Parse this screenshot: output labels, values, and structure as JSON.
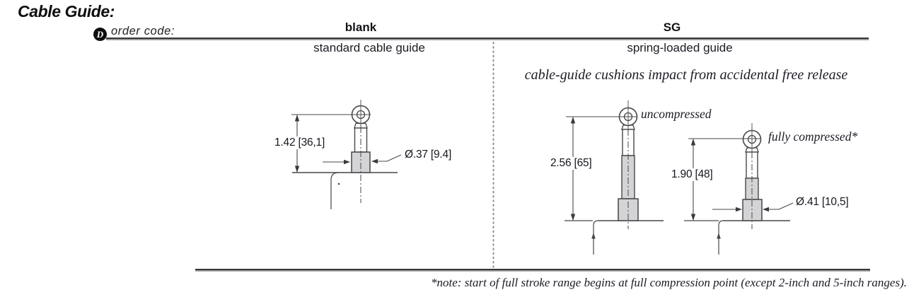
{
  "title": "Cable Guide:",
  "order_code": {
    "badge_letter": "D",
    "label": "order code:"
  },
  "columns": {
    "blank": {
      "code": "blank",
      "description": "standard cable guide"
    },
    "sg": {
      "code": "SG",
      "description": "spring-loaded guide",
      "tagline": "cable-guide cushions impact from accidental free release"
    }
  },
  "diagrams": {
    "standard": {
      "height_dim": "1.42 [36,1]",
      "diameter_dim": "Ø.37 [9.4]"
    },
    "spring_uncompressed": {
      "state_label": "uncompressed",
      "height_dim": "2.56 [65]"
    },
    "spring_compressed": {
      "state_label": "fully compressed*",
      "height_dim": "1.90 [48]",
      "diameter_dim": "Ø.41 [10,5]"
    }
  },
  "footnote": "*note: start of full stroke range begins at full compression point (except 2-inch and 5-inch ranges).",
  "colors": {
    "line": "#47474a",
    "part_fill": "#d4d4d6",
    "rule": "#2c2c2e"
  }
}
